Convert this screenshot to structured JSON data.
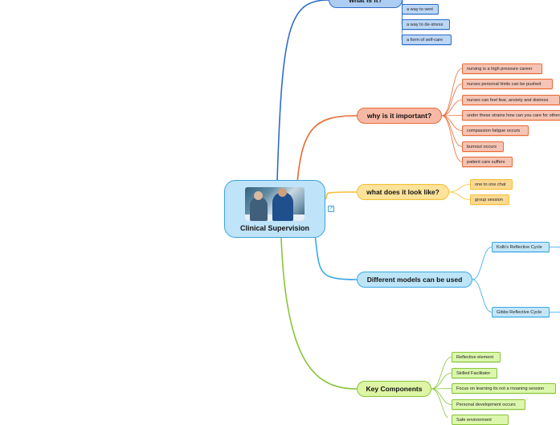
{
  "colors": {
    "central_fill": "#bfe3f8",
    "central_border": "#3aa3dc",
    "blue_branch": "#2d6ccb",
    "blue_fill": "#aecdf3",
    "blue_leaf": "#bcd6f5",
    "orange_branch": "#e96a35",
    "orange_fill": "#f7b9a6",
    "orange_leaf": "#f6c4b4",
    "yellow_branch": "#f5bf33",
    "yellow_fill": "#fde29a",
    "yellow_leaf": "#fbd993",
    "cyan_branch": "#3aa8e6",
    "cyan_fill": "#bde5f8",
    "cyan_leaf": "#c4e6f7",
    "green_branch": "#88c43a",
    "green_fill": "#ddf5a4",
    "green_leaf": "#dcf7ad"
  },
  "central": {
    "title": "Clinical Supervision",
    "image": "nurses-photo"
  },
  "branches": [
    {
      "label": "what is it?",
      "children": [
        "a way to vent",
        "a way to de-stress",
        "a form of self-care"
      ]
    },
    {
      "label": "why is it important?",
      "children": [
        "nursing is a high pressure career",
        "nurses personal limits can be pushed",
        "nurses can feel fear, anxiety and distress",
        "under these strains how can you care for others",
        "compassion fatigue occurs",
        "burnout occurs",
        "patient care suffers"
      ]
    },
    {
      "label": "what does it look like?",
      "children": [
        "one to one chat",
        "group session"
      ]
    },
    {
      "label": "Different models can be used",
      "children": [
        "Kolb's Reflective Cycle",
        "Gibbs Reflective Cycle"
      ]
    },
    {
      "label": "Key Components",
      "children": [
        "Reflective element",
        "Skilled Facilitator",
        "Focus on learning its not a moaning session",
        "Personal development occurs",
        "Safe environment"
      ]
    }
  ]
}
